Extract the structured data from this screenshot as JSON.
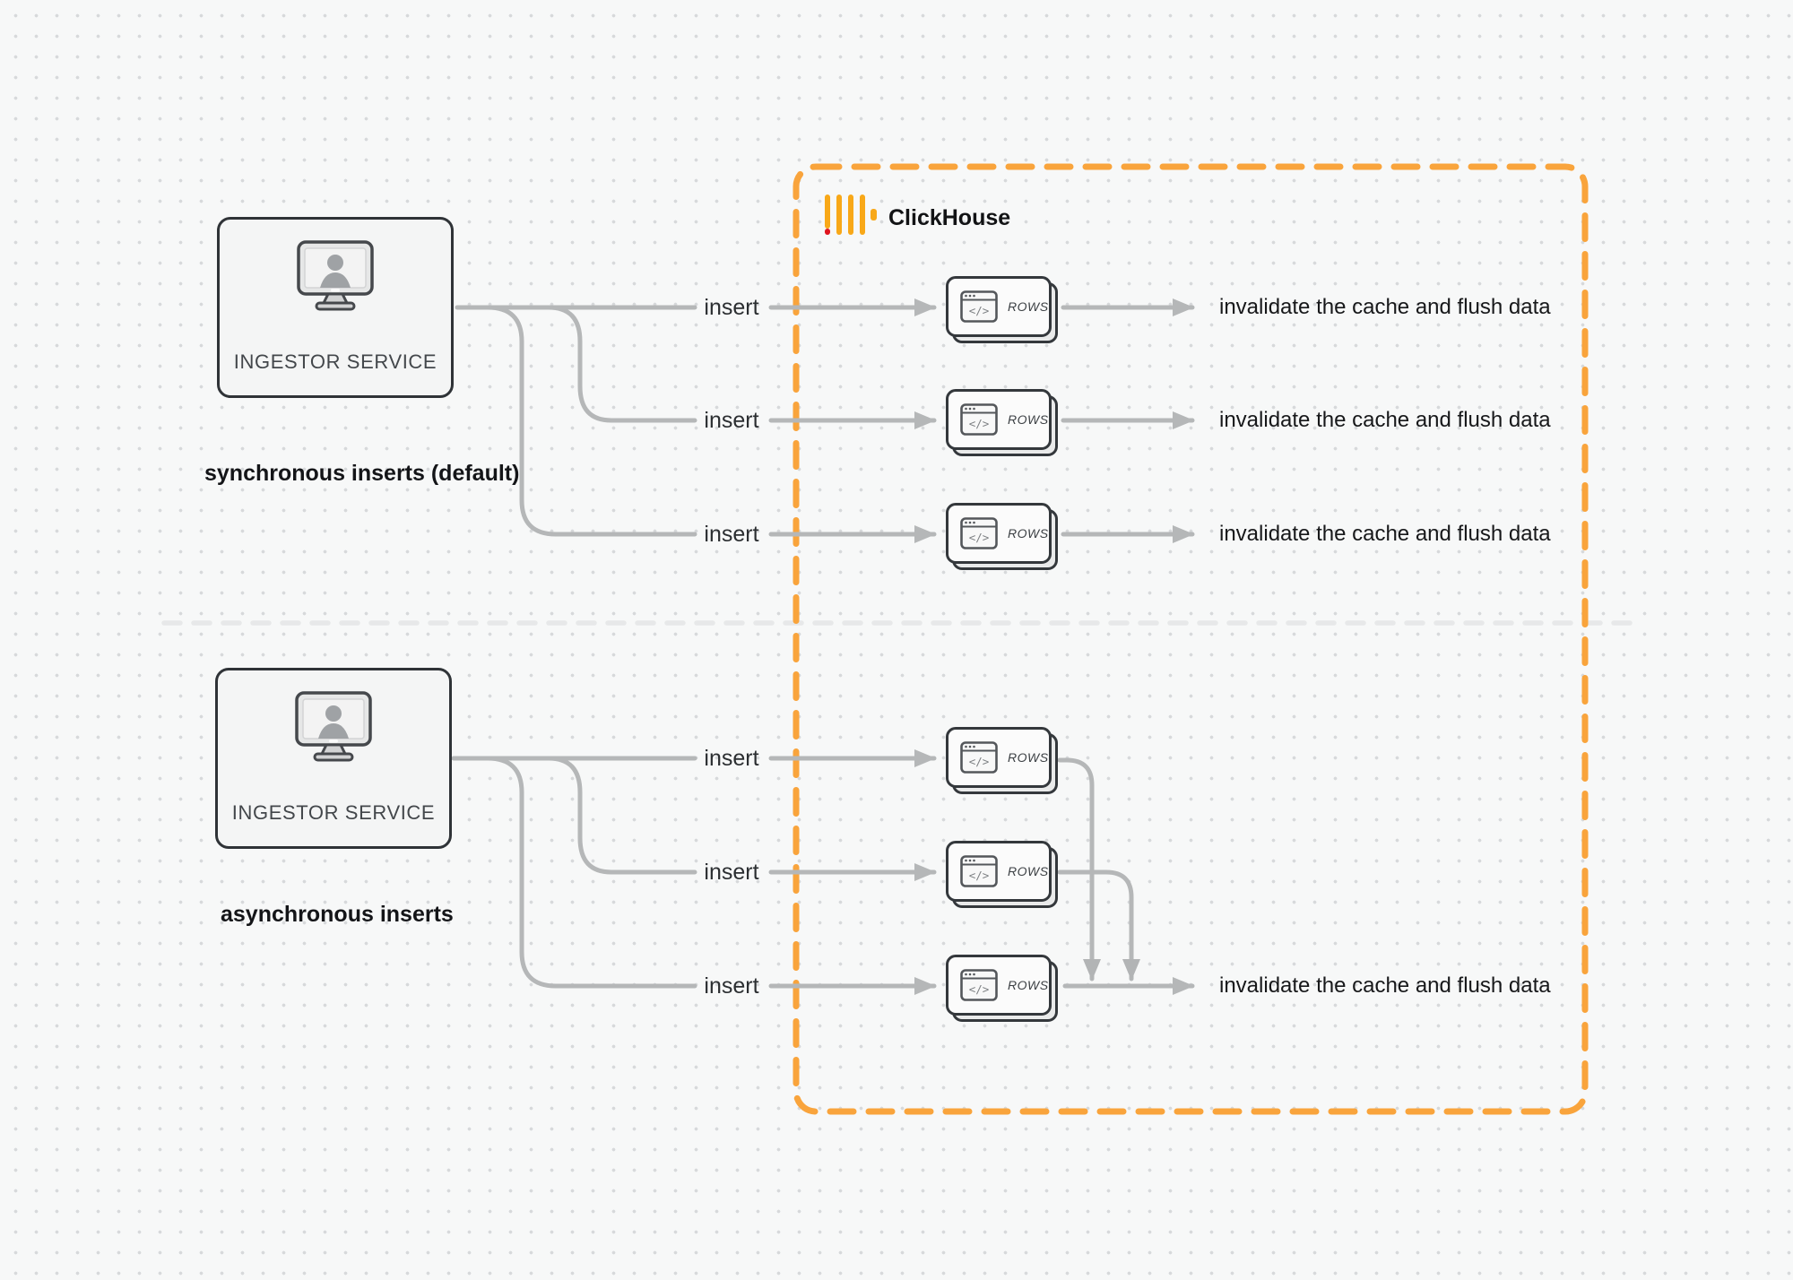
{
  "diagram": {
    "title_area": {
      "clickhouse_title": "ClickHouse"
    },
    "colors": {
      "background": "#f7f8f8",
      "dot_grid": "#d7d9db",
      "connector_gray": "#b5b7b8",
      "divider_gray": "#e7e8e9",
      "accent_orange_dash": "#f9a43c",
      "logo_amber": "#f8a818",
      "logo_red": "#e0141e",
      "box_border_dark": "#2f3337"
    },
    "icons": {
      "code_glyph": "</>",
      "user_workstation_icon": "user-workstation-icon",
      "code_window_icon": "code-window-icon",
      "clickhouse_logo_icon": "clickhouse-logo-icon"
    },
    "sections": [
      {
        "id": "synchronous",
        "caption": "synchronous inserts (default)",
        "service_label": "INGESTOR SERVICE",
        "rows": [
          {
            "insert_label": "insert",
            "table_label": "ROWS",
            "result_label": "invalidate the cache and flush data"
          },
          {
            "insert_label": "insert",
            "table_label": "ROWS",
            "result_label": "invalidate the cache and flush data"
          },
          {
            "insert_label": "insert",
            "table_label": "ROWS",
            "result_label": "invalidate the cache and flush data"
          }
        ]
      },
      {
        "id": "asynchronous",
        "caption": "asynchronous inserts",
        "service_label": "INGESTOR SERVICE",
        "rows": [
          {
            "insert_label": "insert",
            "table_label": "ROWS"
          },
          {
            "insert_label": "insert",
            "table_label": "ROWS"
          },
          {
            "insert_label": "insert",
            "table_label": "ROWS",
            "result_label": "invalidate the cache and flush data"
          }
        ]
      }
    ]
  }
}
